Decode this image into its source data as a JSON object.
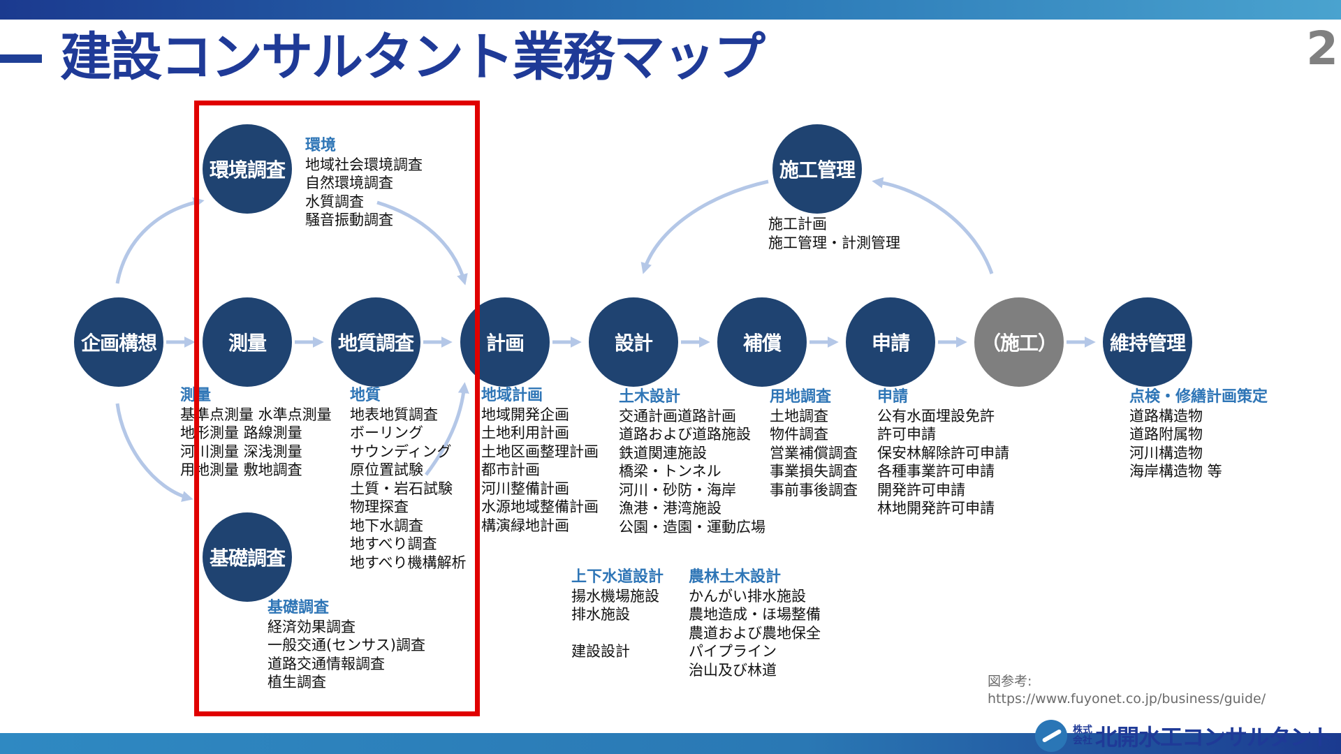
{
  "title": "建設コンサルタント業務マップ",
  "page_number": "2",
  "nodes": {
    "kankyo": "環境調査",
    "kikaku": "企画構想",
    "sokuryo": "測量",
    "chishitsu": "地質調査",
    "keikaku": "計画",
    "sekkei": "設計",
    "hosho": "補償",
    "shinsei": "申請",
    "seko": "（施工）",
    "iji": "維持管理",
    "kiso": "基礎調査",
    "sekokanri": "施工管理"
  },
  "groups": {
    "kankyo": {
      "title": "環境",
      "items": [
        "地域社会環境調査",
        "自然環境調査",
        "水質調査",
        "騒音振動調査"
      ]
    },
    "sekokanri": {
      "title": "",
      "items": [
        "施工計画",
        "施工管理・計測管理"
      ]
    },
    "sokuryo": {
      "title": "測量",
      "items": [
        "基準点測量 水準点測量",
        "地形測量 路線測量",
        "河川測量 深浅測量",
        "用地測量 敷地調査"
      ]
    },
    "chishitsu": {
      "title": "地質",
      "items": [
        "地表地質調査",
        "ボーリング",
        "サウンディング",
        "原位置試験",
        "土質・岩石試験",
        "物理探査",
        "地下水調査",
        "地すべり調査",
        "地すべり機構解析"
      ]
    },
    "keikaku": {
      "title": "地域計画",
      "items": [
        "地域開発企画",
        "土地利用計画",
        "土地区画整理計画",
        "都市計画",
        "河川整備計画",
        "水源地域整備計画",
        "構演緑地計画"
      ]
    },
    "doboku": {
      "title": "土木設計",
      "items": [
        "交通計画道路計画",
        "道路および道路施設",
        "鉄道関連施設",
        "橋梁・トンネル",
        "河川・砂防・海岸",
        "漁港・港湾施設",
        "公園・造園・運動広場"
      ]
    },
    "yochi": {
      "title": "用地調査",
      "items": [
        "土地調査",
        "物件調査",
        "営業補償調査",
        "事業損失調査",
        "事前事後調査"
      ]
    },
    "shinsei": {
      "title": "申請",
      "items": [
        "公有水面埋設免許",
        "許可申請",
        "保安林解除許可申請",
        "各種事業許可申請",
        "開発許可申請",
        "林地開発許可申請"
      ]
    },
    "tenken": {
      "title": "点検・修繕計画策定",
      "items": [
        "道路構造物",
        "道路附属物",
        "河川構造物",
        "海岸構造物 等"
      ]
    },
    "kiso": {
      "title": "基礎調査",
      "items": [
        "経済効果調査",
        "一般交通(センサス)調査",
        "道路交通情報調査",
        "植生調査"
      ]
    },
    "jogesuido": {
      "title": "上下水道設計",
      "items": [
        "揚水機場施設",
        "排水施設",
        "",
        "建設設計"
      ]
    },
    "norin": {
      "title": "農林土木設計",
      "items": [
        "かんがい排水施設",
        "農地造成・ほ場整備",
        "農道および農地保全",
        "パイプライン",
        "治山及び林道"
      ]
    }
  },
  "reference": {
    "label": "図参考:",
    "url": "https://www.fuyonet.co.jp/business/guide/"
  },
  "logo": {
    "prefix": "株式会社",
    "name": "北開水工コンサルタント"
  },
  "colors": {
    "node": "#1f4371",
    "node_inactive": "#7f7f7f",
    "heading": "#2e75b6",
    "arrow": "#b4c7e7",
    "highlight": "#e00000",
    "title": "#1f3a97"
  }
}
